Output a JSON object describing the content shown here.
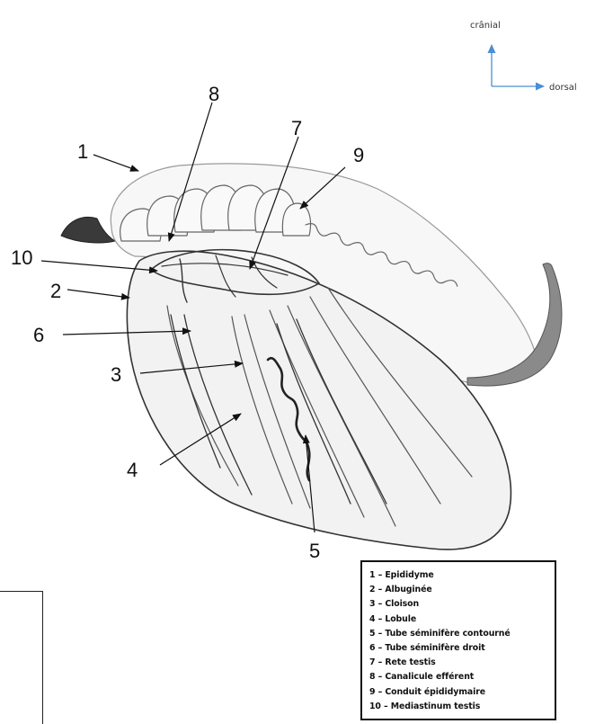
{
  "orientation": {
    "vertical_label": "crânial",
    "horizontal_label": "dorsal",
    "arrow_color": "#4a8fd4"
  },
  "callouts": [
    "1",
    "2",
    "3",
    "4",
    "5",
    "6",
    "7",
    "8",
    "9",
    "10"
  ],
  "legend": [
    "1 – Epididyme",
    "2 – Albuginée",
    "3 – Cloison",
    "4 – Lobule",
    "5 – Tube séminifère contourné",
    "6 – Tube séminifère droit",
    "7 – Rete testis",
    "8 – Canalicule efférent",
    "9 – Conduit épididymaire",
    "10 – Mediastinum testis"
  ]
}
